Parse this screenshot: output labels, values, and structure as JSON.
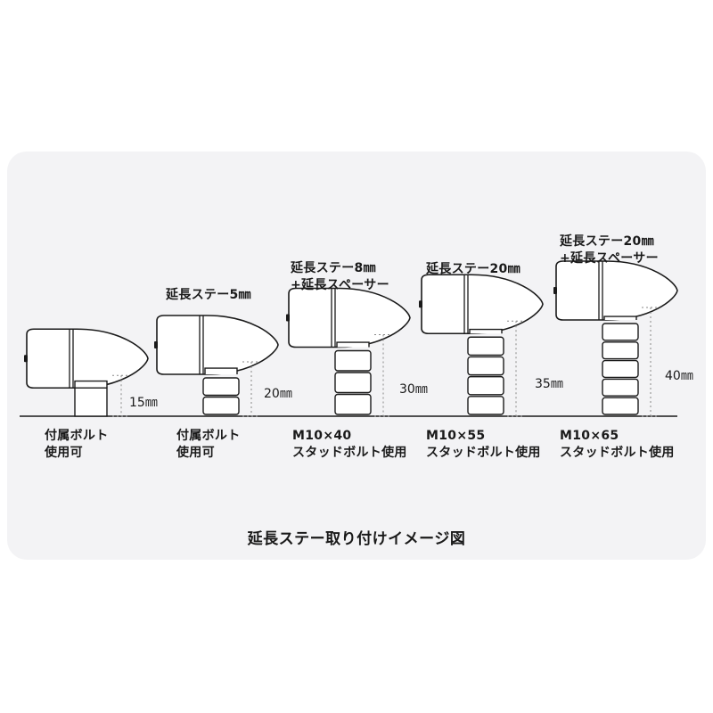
{
  "caption": "延長ステー取り付けイメージ図",
  "colors": {
    "panel": "#f3f3f5",
    "line": "#1a1a1a",
    "dash": "#888888"
  },
  "configs": [
    {
      "top_label_1": "",
      "top_label_2": "",
      "dimension": "15㎜",
      "bottom_label_1": "付属ボルト",
      "bottom_label_2": "使用可",
      "stay_rings": 0
    },
    {
      "top_label_1": "延長ステー5㎜",
      "top_label_2": "",
      "dimension": "20㎜",
      "bottom_label_1": "付属ボルト",
      "bottom_label_2": "使用可",
      "stay_rings": 2
    },
    {
      "top_label_1": "延長ステー8㎜",
      "top_label_2": "+延長スペーサー",
      "dimension": "30㎜",
      "bottom_label_1": "M10×40",
      "bottom_label_2": "スタッドボルト使用",
      "stay_rings": 3
    },
    {
      "top_label_1": "延長ステー20㎜",
      "top_label_2": "",
      "dimension": "35㎜",
      "bottom_label_1": "M10×55",
      "bottom_label_2": "スタッドボルト使用",
      "stay_rings": 4
    },
    {
      "top_label_1": "延長ステー20㎜",
      "top_label_2": "+延長スペーサー",
      "dimension": "40㎜",
      "bottom_label_1": "M10×65",
      "bottom_label_2": "スタッドボルト使用",
      "stay_rings": 5
    }
  ]
}
